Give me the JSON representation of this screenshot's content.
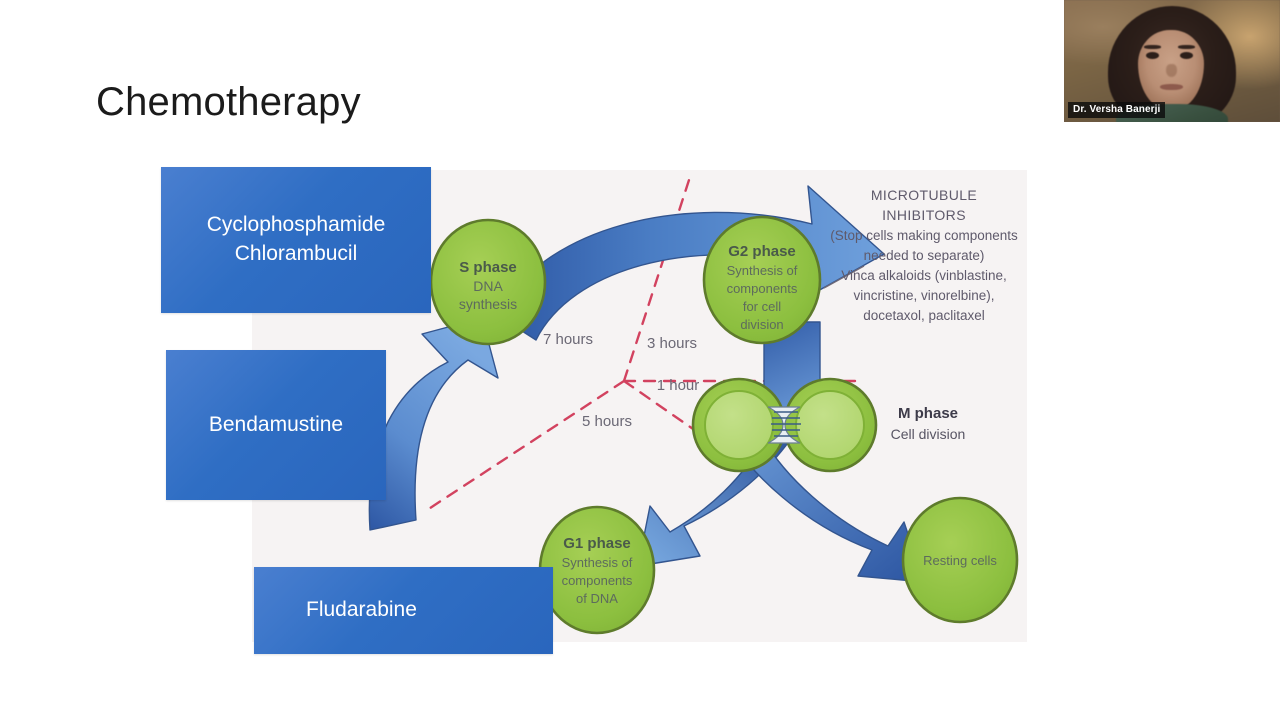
{
  "slide": {
    "title": "Chemotherapy",
    "background_color": "#ffffff"
  },
  "drug_boxes": [
    {
      "id": "cyclophosphamide-chlorambucil",
      "label": "Cyclophosphamide\nChlorambucil",
      "color": "#2f6ec4"
    },
    {
      "id": "bendamustine",
      "label": "Bendamustine",
      "color": "#2f6ec4"
    },
    {
      "id": "fludarabine",
      "label": "Fludarabine",
      "color": "#2f6ec4"
    }
  ],
  "diagram": {
    "background_color": "#f6f3f3",
    "phase_circle_color": "#8cbf3f",
    "arrow_color_dark": "#2f5aa8",
    "arrow_color_light": "#6d9fdc",
    "dashed_line_color": "#d2425f",
    "phases": [
      {
        "id": "s-phase",
        "title": "S phase",
        "lines": [
          "DNA",
          "synthesis"
        ]
      },
      {
        "id": "g2-phase",
        "title": "G2 phase",
        "lines": [
          "Synthesis of",
          "components",
          "for cell",
          "division"
        ]
      },
      {
        "id": "g1-phase",
        "title": "G1 phase",
        "lines": [
          "Synthesis of",
          "components",
          "of DNA"
        ]
      },
      {
        "id": "m-phase",
        "title": "M phase",
        "lines": [
          "Cell division"
        ]
      },
      {
        "id": "resting-cells",
        "title": "",
        "lines": [
          "Resting cells"
        ]
      }
    ],
    "durations": [
      {
        "id": "duration-7-hours",
        "label": "7 hours"
      },
      {
        "id": "duration-3-hours",
        "label": "3 hours"
      },
      {
        "id": "duration-1-hour",
        "label": "1 hour"
      },
      {
        "id": "duration-5-hours",
        "label": "5 hours"
      }
    ],
    "annotation": {
      "id": "microtubule-inhibitors",
      "heading_line_1": "MICROTUBULE",
      "heading_line_2": "INHIBITORS",
      "body_lines": [
        "(Stop cells making components",
        "needed to separate)",
        "Vinca alkaloids (vinblastine,",
        "vincristine, vinorelbine),",
        "docetaxol, paclitaxel"
      ]
    }
  },
  "webcam": {
    "participant_name": "Dr. Versha Banerji"
  }
}
